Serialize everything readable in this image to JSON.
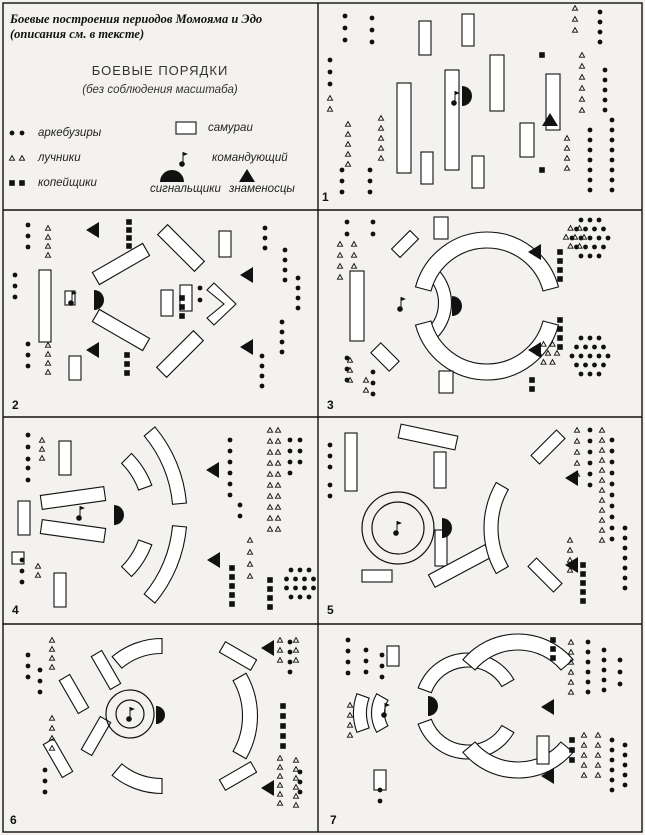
{
  "header": {
    "title_line1": "Боевые построения периодов Момояма и Эдо",
    "title_line2": "(описания см. в тексте)"
  },
  "legend": {
    "heading": "БОЕВЫЕ ПОРЯДКИ",
    "note": "(без соблюдения масштаба)",
    "items": {
      "arquebusiers": "аркебузиры",
      "archers": "лучники",
      "spearmen": "копейщики",
      "samurai": "самураи",
      "commander": "командующий",
      "signalers": "сигнальщики",
      "banner_bearers": "знаменосцы"
    }
  },
  "panels": [
    {
      "number": "1"
    },
    {
      "number": "2"
    },
    {
      "number": "3"
    },
    {
      "number": "4"
    },
    {
      "number": "5"
    },
    {
      "number": "6"
    },
    {
      "number": "7"
    }
  ],
  "colors": {
    "ink": "#111111",
    "paper": "#f4f2ee"
  },
  "icons": {
    "arquebusiers": "dot-icon",
    "archers": "triangle-outline-icon",
    "spearmen": "square-icon",
    "samurai": "rectangle-outline-icon",
    "commander": "flag-icon",
    "signalers": "half-disc-icon",
    "banner_bearers": "filled-triangle-icon"
  }
}
